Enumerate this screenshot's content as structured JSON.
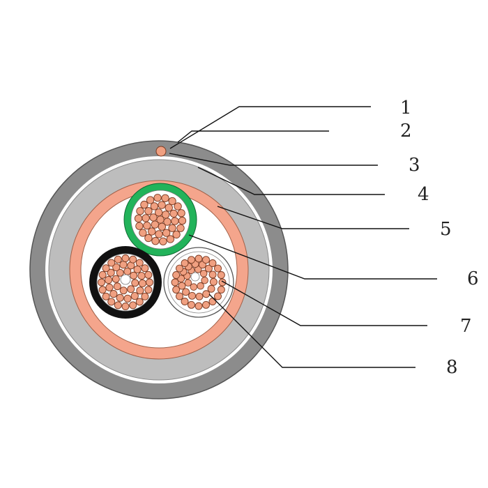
{
  "colors": {
    "background": "#ffffff",
    "outer_sheath": "#8c8c8c",
    "sheath_ring": "#ffffff",
    "filler_layer": "#bdbdbd",
    "tape_layer": "#f4a58c",
    "inner_space": "#ffffff",
    "green_insulation": "#22b35a",
    "black_insulation": "#111111",
    "white_insulation": "#ffffff",
    "copper_strand": "#f0a081",
    "strand_outline": "#7a3a22",
    "drain_wire": "#f0a081",
    "line": "#111111",
    "label_text": "#222222"
  },
  "icons": {
    "cross_section": "cable-cross-section",
    "conductor_green": "green-conductor",
    "conductor_black": "black-conductor",
    "conductor_white": "white-conductor"
  },
  "labels": [
    {
      "id": "1",
      "text": "1"
    },
    {
      "id": "2",
      "text": "2"
    },
    {
      "id": "3",
      "text": "3"
    },
    {
      "id": "4",
      "text": "4"
    },
    {
      "id": "5",
      "text": "5"
    },
    {
      "id": "6",
      "text": "6"
    },
    {
      "id": "7",
      "text": "7"
    },
    {
      "id": "8",
      "text": "8"
    }
  ]
}
